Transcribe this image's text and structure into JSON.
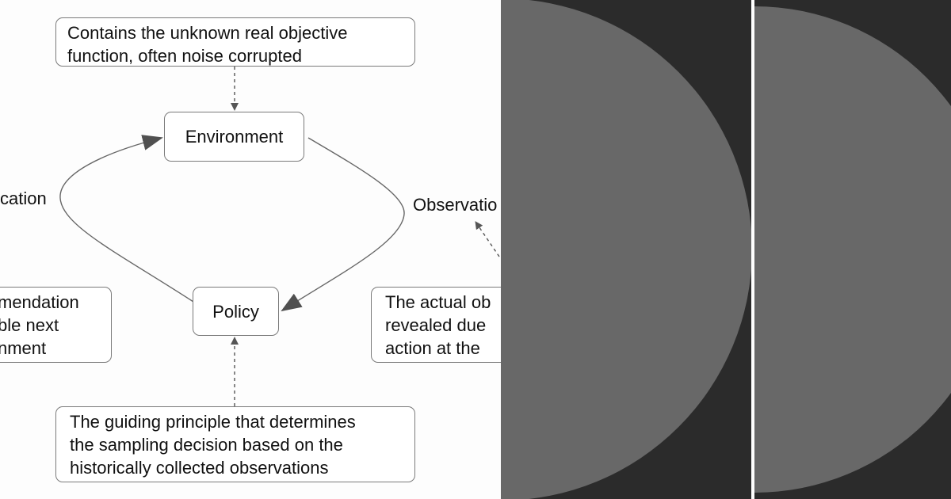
{
  "diagram": {
    "top_note": {
      "lines": [
        "Contains the unknown real objective",
        "function, often noise corrupted"
      ]
    },
    "environment_label": "Environment",
    "policy_label": "Policy",
    "left_edge_label": "cation",
    "right_edge_label": "Observatio",
    "left_note": {
      "lines": [
        "mendation",
        "ble next",
        "nment"
      ]
    },
    "right_note": {
      "lines": [
        "The actual ob",
        "revealed due",
        "action at the"
      ]
    },
    "bottom_note": {
      "lines": [
        "The guiding principle that determines",
        "the sampling decision based on the",
        "historically collected observations"
      ]
    }
  },
  "colors": {
    "panel_background": "#2b2b2b",
    "circle_fill": "#686868",
    "divider": "#ffffff",
    "line": "#555555",
    "box_border": "#7a7a7a"
  }
}
